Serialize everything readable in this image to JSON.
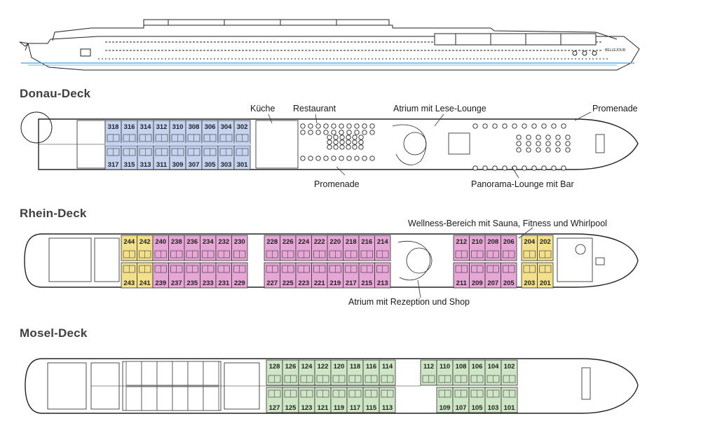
{
  "ship": {
    "name_plate": "BELLEJOUR"
  },
  "decks": {
    "donau": {
      "title": "Donau-Deck",
      "labels": {
        "kueche": "Küche",
        "restaurant": "Restaurant",
        "atrium": "Atrium mit Lese-Lounge",
        "promenade_top": "Promenade",
        "promenade_bottom": "Promenade",
        "panorama": "Panorama-Lounge mit Bar"
      },
      "cabins_top": [
        "318",
        "316",
        "314",
        "312",
        "310",
        "308",
        "306",
        "304",
        "302"
      ],
      "cabins_bottom": [
        "317",
        "315",
        "313",
        "311",
        "309",
        "307",
        "305",
        "303",
        "301"
      ],
      "cabin_color": "#c5d3ee"
    },
    "rhein": {
      "title": "Rhein-Deck",
      "labels": {
        "wellness": "Wellness-Bereich mit Sauna, Fitness und Whirlpool",
        "atrium": "Atrium mit Rezeption und Shop"
      },
      "groups_top": [
        {
          "color": "#f3e08a",
          "cabins": [
            "244",
            "242"
          ]
        },
        {
          "color": "#e6a6d6",
          "cabins": [
            "240",
            "238",
            "236",
            "234",
            "232",
            "230"
          ]
        },
        {
          "color": "#e6a6d6",
          "cabins": [
            "228",
            "226",
            "224",
            "222",
            "220",
            "218",
            "216",
            "214"
          ]
        },
        {
          "color": "#e6a6d6",
          "cabins": [
            "212",
            "210",
            "208",
            "206"
          ]
        },
        {
          "color": "#f3e08a",
          "cabins": [
            "204",
            "202"
          ]
        }
      ],
      "groups_bottom": [
        {
          "color": "#f3e08a",
          "cabins": [
            "243",
            "241"
          ]
        },
        {
          "color": "#e6a6d6",
          "cabins": [
            "239",
            "237",
            "235",
            "233",
            "231",
            "229"
          ]
        },
        {
          "color": "#e6a6d6",
          "cabins": [
            "227",
            "225",
            "223",
            "221",
            "219",
            "217",
            "215",
            "213"
          ]
        },
        {
          "color": "#e6a6d6",
          "cabins": [
            "211",
            "209",
            "207",
            "205"
          ]
        },
        {
          "color": "#f3e08a",
          "cabins": [
            "203",
            "201"
          ]
        }
      ]
    },
    "mosel": {
      "title": "Mosel-Deck",
      "groups_top": [
        {
          "color": "#cfe6c6",
          "cabins": [
            "128",
            "126",
            "124",
            "122",
            "120",
            "118",
            "116",
            "114"
          ]
        },
        {
          "color": "#cfe6c6",
          "cabins": [
            "112",
            "110",
            "108",
            "106",
            "104",
            "102"
          ]
        }
      ],
      "groups_bottom": [
        {
          "color": "#cfe6c6",
          "cabins": [
            "127",
            "125",
            "123",
            "121",
            "119",
            "117",
            "115",
            "113"
          ]
        },
        {
          "color": "#cfe6c6",
          "cabins": [
            "109",
            "107",
            "105",
            "103",
            "101"
          ]
        }
      ]
    }
  }
}
